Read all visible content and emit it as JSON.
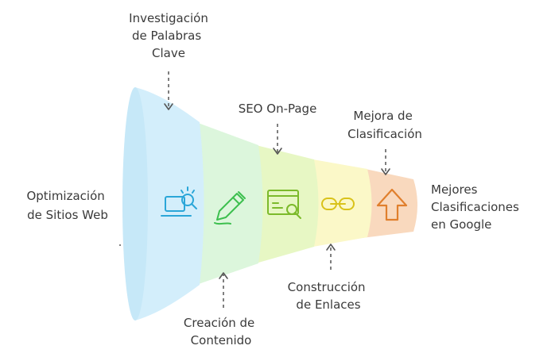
{
  "diagram": {
    "left_label": [
      "Optimización",
      "de Sitios Web"
    ],
    "right_label": [
      "Mejores",
      "Clasificaciones",
      "en Google"
    ],
    "stages": [
      {
        "icon": "laptop-search-icon",
        "color": "#d3eefb",
        "label": [
          "Investigación de Palabras",
          "Clave"
        ]
      },
      {
        "icon": "pencil-icon",
        "color": "#dcf6dc",
        "label": [
          "Creación de",
          "Contenido"
        ]
      },
      {
        "icon": "browser-search-icon",
        "color": "#e7f7c4",
        "label": [
          "SEO On-Page"
        ]
      },
      {
        "icon": "chain-link-icon",
        "color": "#fbf8c8",
        "label": [
          "Construcción",
          "de Enlaces"
        ]
      },
      {
        "icon": "up-arrow-icon",
        "color": "#f9d9be",
        "label": [
          "Mejora de",
          "Clasificación"
        ]
      }
    ],
    "icon_colors": {
      "laptop": "#2aa6d8",
      "pencil": "#3cbf4e",
      "browser": "#7cba2b",
      "link": "#d9c21a",
      "arrow": "#e07f2d"
    }
  }
}
